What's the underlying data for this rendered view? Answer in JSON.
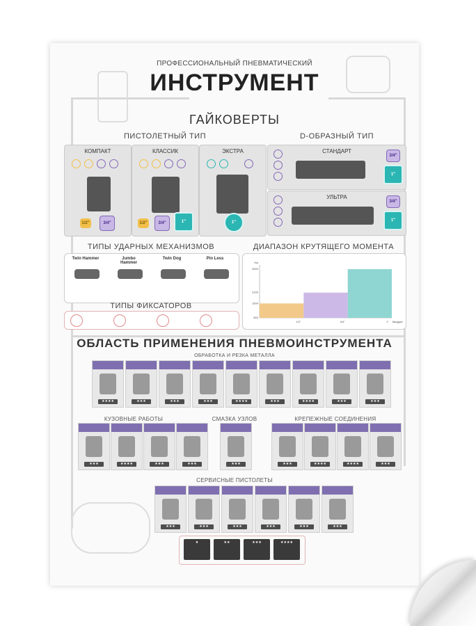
{
  "header": {
    "subtitle": "ПРОФЕССИОНАЛЬНЫЙ ПНЕВМАТИЧЕСКИЙ",
    "title": "ИНСТРУМЕНТ"
  },
  "wrenches": {
    "heading": "ГАЙКОВЕРТЫ",
    "pistol_type": "ПИСТОЛЕТНЫЙ ТИП",
    "d_type": "D-ОБРАЗНЫЙ ТИП",
    "pistol_models": [
      {
        "name": "КОМПАКТ",
        "badges": [
          "1/2\"",
          "3/4\""
        ]
      },
      {
        "name": "КЛАССИК",
        "badges": [
          "1/2\"",
          "3/4\"",
          "1\""
        ]
      },
      {
        "name": "ЭКСТРА",
        "badges": [
          "1\""
        ]
      }
    ],
    "d_models": [
      {
        "name": "СТАНДАРТ",
        "badges": [
          "3/4\"",
          "1\""
        ]
      },
      {
        "name": "УЛЬТРА",
        "badges": [
          "3/4\"",
          "1\""
        ]
      }
    ]
  },
  "mechanisms": {
    "heading": "ТИПЫ УДАРНЫХ МЕХАНИЗМОВ",
    "items": [
      "Twin Hammer",
      "Jumbo Hammer",
      "Twin Dog",
      "Pin Less"
    ]
  },
  "clamps": {
    "heading": "ТИПЫ ФИКСАТОРОВ"
  },
  "torque": {
    "heading": "ДИАПАЗОН КРУТЯЩЕГО МОМЕНТА",
    "y_unit": "Нм",
    "x_unit": "Квадрат",
    "x_ticks": [
      "1/2\"",
      "3/4\"",
      "1\""
    ],
    "y_ticks": [
      "3500",
      "2200",
      "1600",
      "800"
    ]
  },
  "chart_data": {
    "type": "bar",
    "title": "ДИАПАЗОН КРУТЯЩЕГО МОМЕНТА",
    "xlabel": "Квадрат",
    "ylabel": "Нм",
    "categories": [
      "1/2\"",
      "3/4\"",
      "1\""
    ],
    "ranges": [
      [
        800,
        1600
      ],
      [
        800,
        2200
      ],
      [
        800,
        3500
      ]
    ],
    "colors": [
      "#f3c98a",
      "#cdb9e8",
      "#8fd6d2"
    ],
    "ylim": [
      800,
      3500
    ]
  },
  "application": {
    "heading": "ОБЛАСТЬ ПРИМЕНЕНИЯ ПНЕВМОИНСТРУМЕНТА",
    "metal": "ОБРАБОТКА И РЕЗКА МЕТАЛЛА",
    "body": "КУЗОВНЫЕ РАБОТЫ",
    "lube": "СМАЗКА УЗЛОВ",
    "fasteners": "КРЕПЕЖНЫЕ СОЕДИНЕНИЯ",
    "service": "СЕРВИСНЫЕ ПИСТОЛЕТЫ",
    "metal_cards": [
      "★★★★",
      "★★★",
      "★★★",
      "★★★",
      "★★★★",
      "★★★",
      "★★★★",
      "★★★",
      "★★★"
    ],
    "body_cards": [
      "★★★",
      "★★★★",
      "★★★",
      "★★★"
    ],
    "lube_cards": [
      "★★★"
    ],
    "fastener_cards": [
      "★★★",
      "★★★★",
      "★★★★",
      "★★★"
    ],
    "service_cards": [
      "★★★",
      "★★★",
      "★★★",
      "★★★",
      "★★★",
      "★★★"
    ],
    "legend": [
      "★",
      "★★",
      "★★★",
      "★★★★"
    ]
  }
}
